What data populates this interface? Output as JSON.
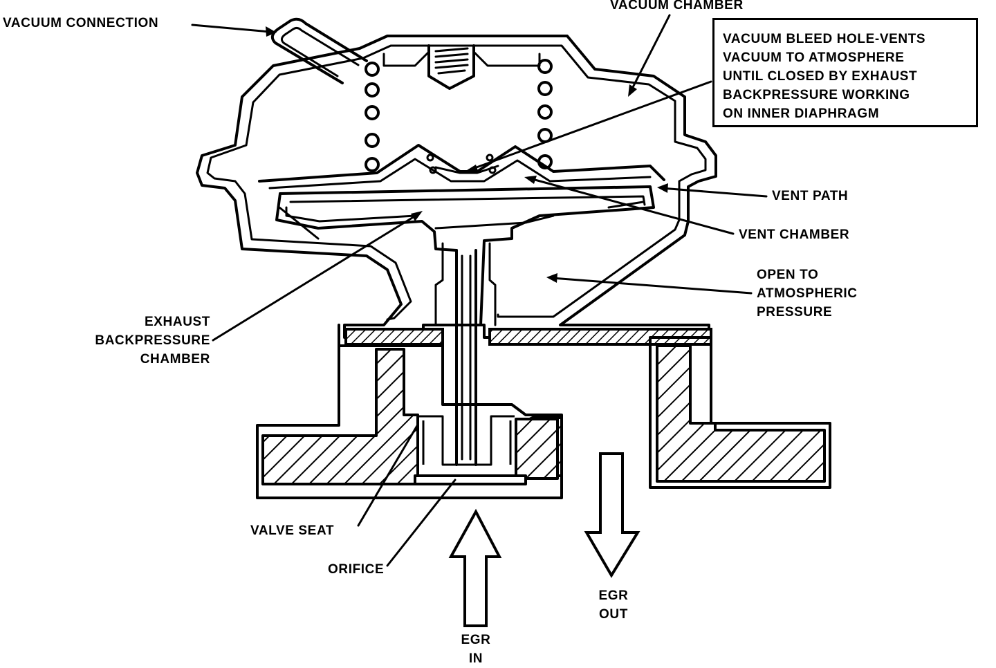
{
  "colors": {
    "ink": "#000000",
    "paper": "#ffffff"
  },
  "labels": {
    "vacuum_connection": "VACUUM CONNECTION",
    "vacuum_chamber": "VACUUM CHAMBER",
    "bleed_note": [
      "VACUUM BLEED HOLE-VENTS",
      "VACUUM TO ATMOSPHERE",
      "UNTIL CLOSED BY EXHAUST",
      "BACKPRESSURE WORKING",
      "ON INNER DIAPHRAGM"
    ],
    "vent_path": "VENT PATH",
    "vent_chamber": "VENT CHAMBER",
    "open_to_atmospheric": [
      "OPEN TO",
      "ATMOSPHERIC",
      "PRESSURE"
    ],
    "exhaust_backpressure_chamber": [
      "EXHAUST",
      "BACKPRESSURE",
      "CHAMBER"
    ],
    "valve_seat": "VALVE SEAT",
    "orifice": "ORIFICE",
    "egr_in": [
      "EGR",
      "IN"
    ],
    "egr_out": [
      "EGR",
      "OUT"
    ]
  }
}
